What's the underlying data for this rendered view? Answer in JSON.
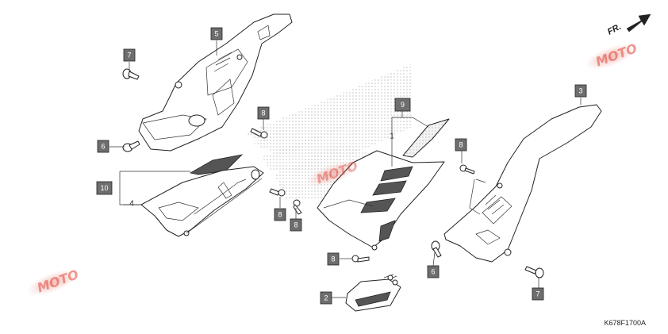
{
  "diagram": {
    "reference_code": "K678F1700A",
    "direction_label": "FR.",
    "watermark": "MOTO",
    "callouts": [
      {
        "id": "c5",
        "label": "5"
      },
      {
        "id": "c7a",
        "label": "7"
      },
      {
        "id": "c8a",
        "label": "8"
      },
      {
        "id": "c6a",
        "label": "6"
      },
      {
        "id": "c10",
        "label": "10"
      },
      {
        "id": "c8b",
        "label": "8"
      },
      {
        "id": "c8c",
        "label": "8"
      },
      {
        "id": "c9",
        "label": "9"
      },
      {
        "id": "c3",
        "label": "3"
      },
      {
        "id": "c8d",
        "label": "8"
      },
      {
        "id": "c8e",
        "label": "8"
      },
      {
        "id": "c2",
        "label": "2"
      },
      {
        "id": "c6b",
        "label": "6"
      },
      {
        "id": "c7b",
        "label": "7"
      }
    ],
    "plain_labels": [
      {
        "id": "l1",
        "label": "1"
      },
      {
        "id": "l4",
        "label": "4"
      }
    ],
    "colors": {
      "callout_fill": "#6e6e6e",
      "line": "#222222",
      "watermark_red": "#e0473a",
      "watermark_blue": "#3b78c8"
    }
  }
}
